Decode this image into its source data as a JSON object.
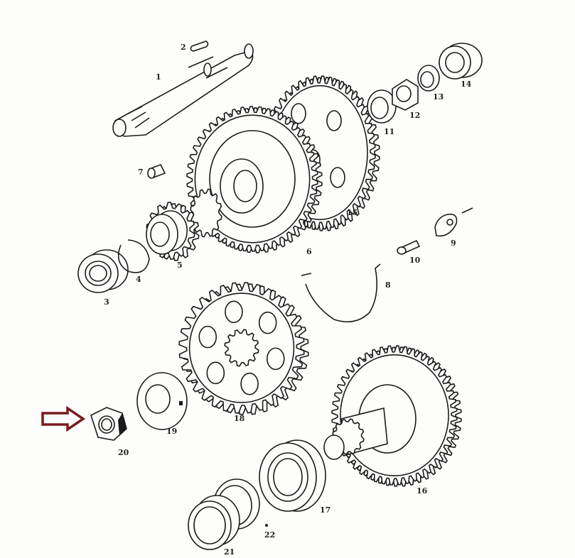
{
  "diagram": {
    "type": "exploded-parts-view",
    "arrow_color": "#7a1a1f",
    "highlighted_part": "20",
    "parts": [
      {
        "id": "shaft",
        "label": "1"
      },
      {
        "id": "key",
        "label": "2"
      },
      {
        "id": "bearing-left",
        "label": "3"
      },
      {
        "id": "circlip",
        "label": "4"
      },
      {
        "id": "small-sprocket",
        "label": "5"
      },
      {
        "id": "gear-cluster",
        "label": "6"
      },
      {
        "id": "pin",
        "label": "7"
      },
      {
        "id": "wire-clip",
        "label": "8"
      },
      {
        "id": "lock-plate",
        "label": "9"
      },
      {
        "id": "pin-small",
        "label": "10"
      },
      {
        "id": "washer-11",
        "label": "11"
      },
      {
        "id": "nut-12",
        "label": "12"
      },
      {
        "id": "washer-13",
        "label": "13"
      },
      {
        "id": "bearing-right",
        "label": "14"
      },
      {
        "id": "large-gear",
        "label": "15"
      },
      {
        "id": "driven-gear",
        "label": "16"
      },
      {
        "id": "bearing-lower",
        "label": "17"
      },
      {
        "id": "rear-sprocket",
        "label": "18"
      },
      {
        "id": "tab-washer",
        "label": "19"
      },
      {
        "id": "nut-20",
        "label": "20"
      },
      {
        "id": "bushing",
        "label": "21"
      },
      {
        "id": "ring",
        "label": "22"
      }
    ]
  }
}
